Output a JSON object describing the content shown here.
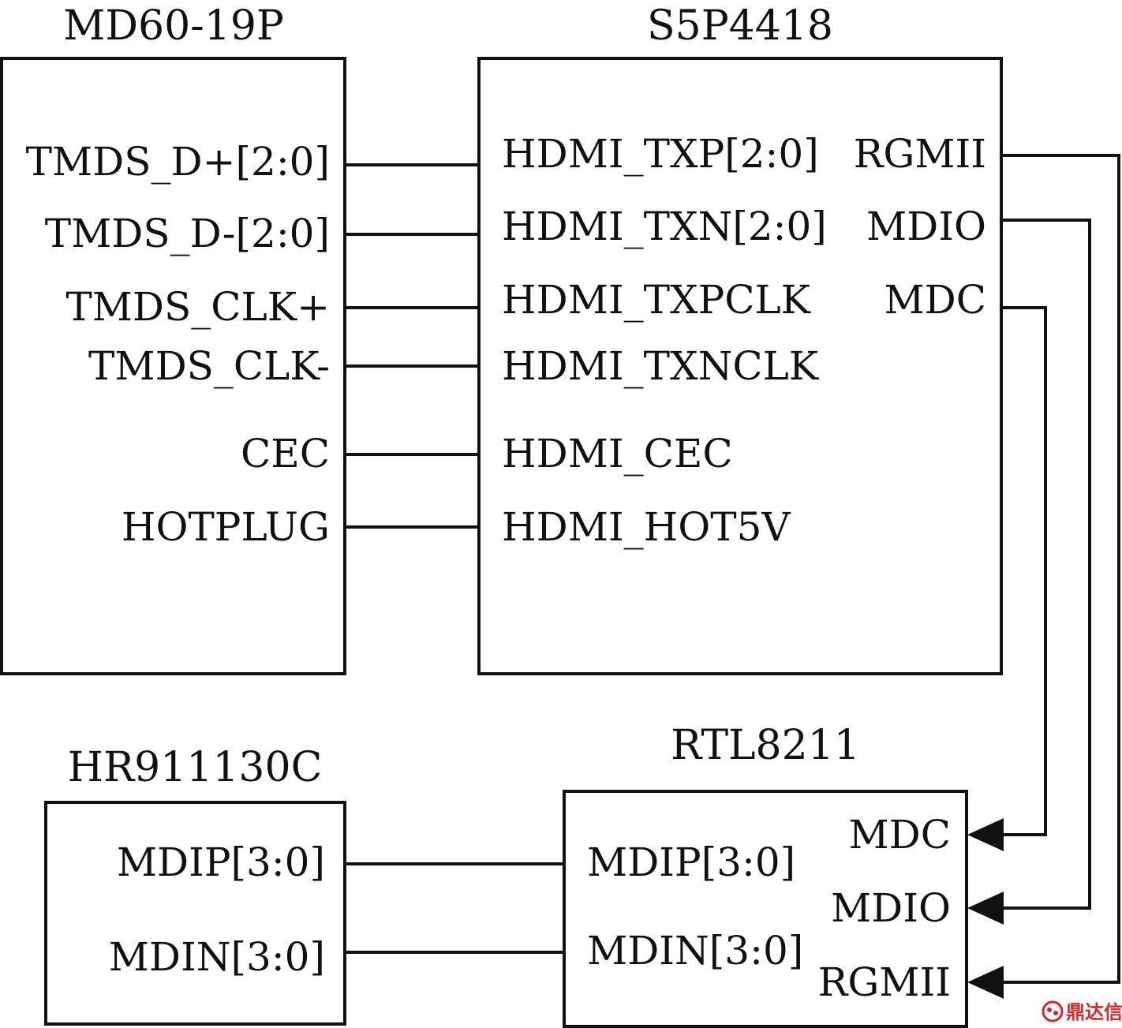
{
  "chips": {
    "md60": {
      "title": "MD60-19P",
      "pins": [
        "TMDS_D+[2:0]",
        "TMDS_D-[2:0]",
        "TMDS_CLK+",
        "TMDS_CLK-",
        "CEC",
        "HOTPLUG"
      ]
    },
    "s5p4418": {
      "title": "S5P4418",
      "left_pins": [
        "HDMI_TXP[2:0]",
        "HDMI_TXN[2:0]",
        "HDMI_TXPCLK",
        "HDMI_TXNCLK",
        "HDMI_CEC",
        "HDMI_HOT5V"
      ],
      "right_pins": [
        "RGMII",
        "MDIO",
        "MDC"
      ]
    },
    "hr911130c": {
      "title": "HR911130C",
      "pins": [
        "MDIP[3:0]",
        "MDIN[3:0]"
      ]
    },
    "rtl8211": {
      "title": "RTL8211",
      "left_pins": [
        "MDIP[3:0]",
        "MDIN[3:0]"
      ],
      "right_pins": [
        "MDC",
        "MDIO",
        "RGMII"
      ]
    }
  },
  "watermark": {
    "text": "鼎达信",
    "color": "#d9262b",
    "icon": "brand-logo-icon"
  }
}
